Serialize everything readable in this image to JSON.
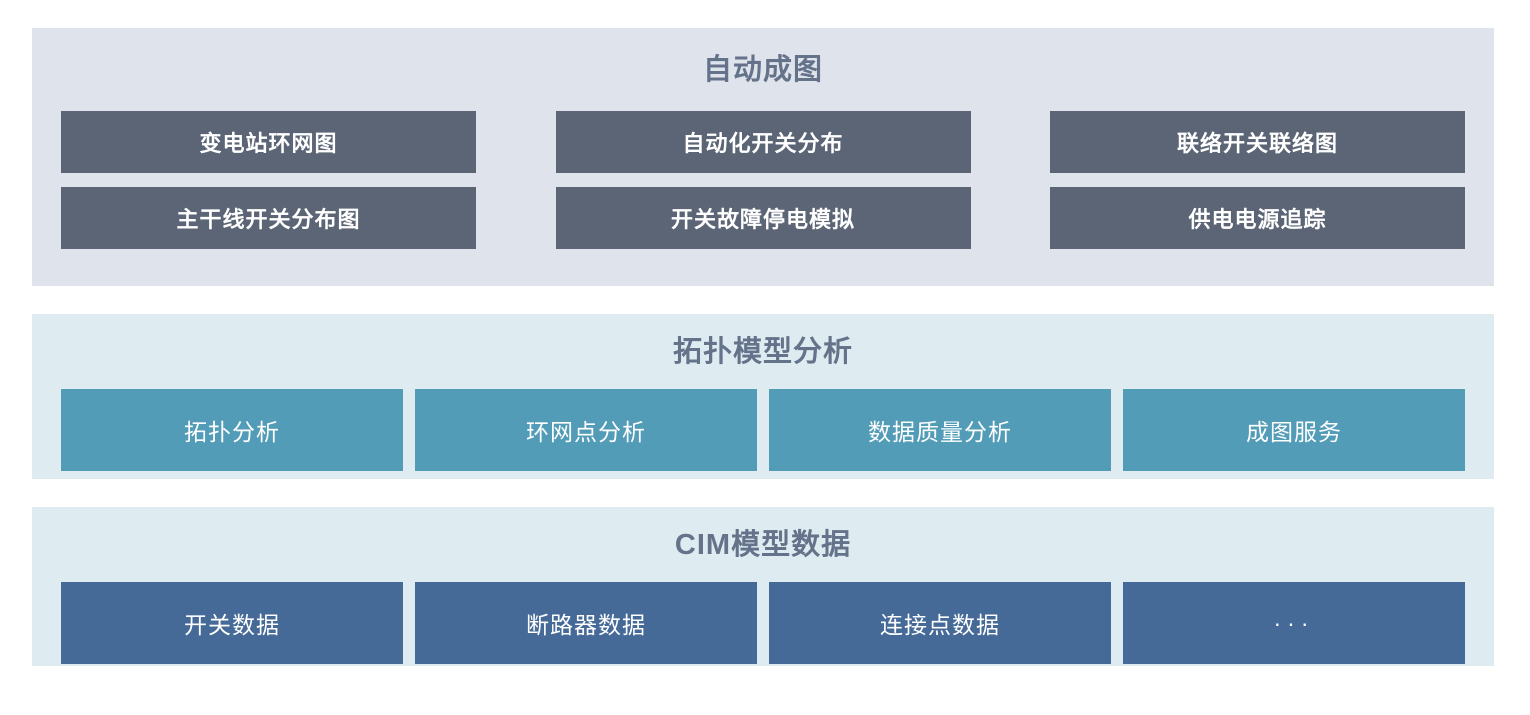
{
  "sections": [
    {
      "id": "auto-mapping",
      "title": "自动成图",
      "bg": "#dfe3ec",
      "button_color": "#5b6575",
      "buttons": [
        {
          "label": "变电站环网图"
        },
        {
          "label": "自动化开关分布"
        },
        {
          "label": "联络开关联络图"
        },
        {
          "label": "主干线开关分布图"
        },
        {
          "label": "开关故障停电模拟"
        },
        {
          "label": "供电电源追踪"
        }
      ]
    },
    {
      "id": "topology-model-analysis",
      "title": "拓扑模型分析",
      "bg": "#deebf1",
      "button_color": "#529cb8",
      "buttons": [
        {
          "label": "拓扑分析"
        },
        {
          "label": "环网点分析"
        },
        {
          "label": "数据质量分析"
        },
        {
          "label": "成图服务"
        }
      ]
    },
    {
      "id": "cim-model-data",
      "title": "CIM模型数据",
      "bg": "#deebf1",
      "button_color": "#456a98",
      "buttons": [
        {
          "label": "开关数据"
        },
        {
          "label": "断路器数据"
        },
        {
          "label": "连接点数据"
        },
        {
          "label": "···"
        }
      ]
    }
  ],
  "theme": {
    "title_color": "#64728a",
    "button_text_color": "#ffffff",
    "page_background": "#ffffff"
  }
}
